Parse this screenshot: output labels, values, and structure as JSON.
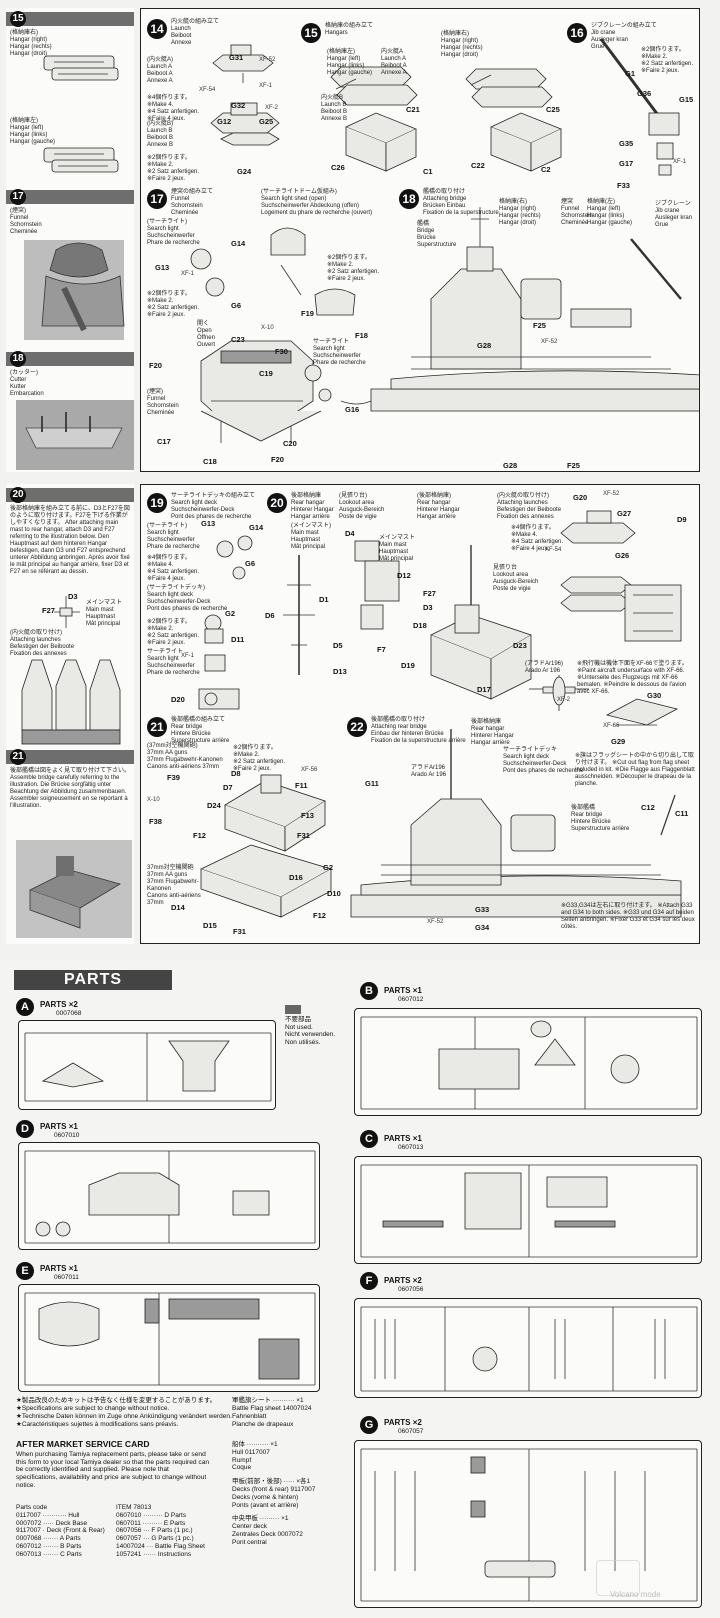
{
  "page1": {
    "step15_side": {
      "num": "15",
      "lines": [
        "(格納庫右)",
        "Hangar (right)",
        "Hangar (rechts)",
        "Hangar (droit)"
      ],
      "lines2": [
        "(格納庫左)",
        "Hangar (left)",
        "Hangar (links)",
        "Hangar (gauche)"
      ]
    },
    "step17_side": {
      "num": "17",
      "lines": [
        "(煙突)",
        "Funnel",
        "Schornstein",
        "Cheminée"
      ]
    },
    "step18_side": {
      "num": "18",
      "lines": [
        "(カッター)",
        "Cutter",
        "Kutter",
        "Embarcation"
      ]
    },
    "step14": {
      "num": "14",
      "title": "内火艇の組み立て\nLaunch\nBeiboot\nAnnexe",
      "launchA": "(内火艇A)\nLaunch A\nBeiboot A\nAnnexe A",
      "launchB": "(内火艇B)\nLaunch B\nBeiboot B\nAnnexe B",
      "make2": "※2個作ります。\n※Make 2.\n※2 Satz anfertigen.\n※Faire 2 jeux.",
      "make4": "※4個作ります。\n※Make 4.\n※4 Satz anfertigen.\n※Faire 4 jeux.",
      "parts": [
        "G31",
        "G32",
        "G12",
        "G25",
        "G24",
        "XF-52",
        "XF-1",
        "XF-54",
        "XF-2"
      ]
    },
    "step15": {
      "num": "15",
      "title": "格納庫の組み立て\nHangars",
      "left": "(格納庫左)\nHangar (left)\nHangar (links)\nHangar (gauche)",
      "right": "(格納庫右)\nHangar (right)\nHangar (rechts)\nHangar (droit)",
      "launch": "内火艇A\nLaunch A\nBeiboot A\nAnnexe A",
      "launchB": "内火艇B\nLaunch B\nBeiboot B\nAnnexe B",
      "parts": [
        "C21",
        "C26",
        "C1",
        "C25",
        "C22",
        "C2"
      ]
    },
    "step16": {
      "num": "16",
      "title": "ジブクレーンの組み立て\nJib crane\nAusleger kran\nGrue",
      "make2": "※2個作ります。\n※Make 2.\n※2 Satz anfertigen.\n※Faire 2 jeux.",
      "parts": [
        "G1",
        "G36",
        "G15",
        "G35",
        "G17",
        "F33",
        "XF-1"
      ]
    },
    "step17": {
      "num": "17",
      "title": "煙突の組み立て\nFunnel\nSchornstein\nCheminée",
      "shed": "(サーチライトドーム仮組み)\nSearch light shed (open)\nSuchscheinwerfer Abdeckung (offen)\nLogement du phare de recherche (ouvert)",
      "searchlight": "(サーチライト)\nSearch light\nSuchscheinwerfer\nPhare de recherche",
      "make2": "※2個作ります。\n※Make 2.\n※2 Satz anfertigen.\n※Faire 2 jeux.",
      "open": "開く\nOpen\nÖffnen\nOuvert",
      "searchlight2": "サーチライト\nSearch light\nSuchscheinwerfer\nPhare de recherche",
      "funnel": "(煙突)\nFunnel\nSchornstein\nCheminée",
      "parts": [
        "G14",
        "G13",
        "G6",
        "F19",
        "F18",
        "C23",
        "F30",
        "C19",
        "F20",
        "G16",
        "C17",
        "C18",
        "C20",
        "XF-1",
        "X-10"
      ]
    },
    "step18": {
      "num": "18",
      "title": "艦橋の取り付け\nAttaching bridge\nBrücken Einbau\nFixation de la superstructure",
      "bridge": "艦橋\nBridge\nBrücke\nSuperstructure",
      "crane": "格納庫(右)\nHangar (right)\nHangar (rechts)\nHangar (droit)",
      "funnel": "煙突\nFunnel\nSchornstein\nCheminée",
      "hangarl": "格納庫(左)\nHangar (left)\nHangar (links)\nHangar (gauche)",
      "jib": "ジブクレーン\nJib crane\nAusleger kran\nGrue",
      "parts": [
        "F25",
        "G28",
        "G28",
        "F25",
        "XF-52"
      ]
    }
  },
  "page2": {
    "step20_side": {
      "num": "20",
      "text": "後部格納庫を組み立てる前に、D3とF27を図のように取り付けます。F27を下げる作業がしやすくなります。\nAfter attaching main mast to rear hangar, attach D3 and F27 referring to the illustration below.\nDen Hauptmast auf dem hinteren Hangar befestigen, dann D3 und F27 entsprechend unterer Abbildung anbringen.\nAprès avoir fixé le mât principal au hangar arrière, fixer D3 et F27 en se référant au dessin.",
      "mast": "メインマスト\nMain mast\nHauptmast\nMât principal",
      "launches": "(内火艇の取り付け)\nAttaching launches\nBefestigen der Beiboote\nFixation des annexes",
      "parts": [
        "D3",
        "F27"
      ]
    },
    "step21_side": {
      "num": "21",
      "text": "後部艦橋は図をよく見て取り付けて下さい。\nAssemble bridge carefully referring to the illustration.\nDie Brücke sorgfältig unter Beachtung der Abbildung zusammenbauen.\nAssembler soigneusement en se reportant à l'illustration."
    },
    "step19": {
      "num": "19",
      "title": "サーチライトデッキの組み立て\nSearch light deck\nSuchscheinwerfer-Deck\nPont des phares de recherche",
      "sl": "(サーチライト)\nSearch light\nSuchscheinwerfer\nPhare de recherche",
      "make4": "※4個作ります。\n※Make 4.\n※4 Satz anfertigen.\n※Faire 4 jeux.",
      "deck": "(サーチライトデッキ)\nSearch light deck\nSuchscheinwerfer-Deck\nPont des phares de recherche",
      "make2": "※2個作ります。\n※Make 2.\n※2 Satz anfertigen.\n※Faire 2 jeux.",
      "sl2": "サーチライト\nSearch light\nSuchscheinwerfer\nPhare de recherche",
      "parts": [
        "G13",
        "G14",
        "G6",
        "G2",
        "D11",
        "D20",
        "XF-1"
      ]
    },
    "step20": {
      "num": "20",
      "title": "後部格納庫\nRear hangar\nHinterer Hangar\nHangar arrière",
      "mast": "(メインマスト)\nMain mast\nHauptmast\nMât principal",
      "lookout": "(見張り台)\nLookout area\nAusguck-Bereich\nPoste de vigie",
      "rear": "(後部格納庫)\nRear hangar\nHinterer Hangar\nHangar arrière",
      "mainmast": "メインマスト\nMain mast\nHauptmast\nMât principal",
      "lookout2": "見張り台\nLookout area\nAusguck-Bereich\nPoste de vigie",
      "parts": [
        "D4",
        "D12",
        "D1",
        "D6",
        "D5",
        "D13",
        "F7",
        "F27",
        "D3",
        "D18",
        "D19",
        "D23",
        "D17"
      ]
    },
    "step20b": {
      "title": "(内火艇の取り付け)\nAttaching launches\nBefestigen der Beiboote\nFixation des annexes",
      "make4": "※4個作ります。\n※Make 4.\n※4 Satz anfertigen.\n※Faire 4 jeux.",
      "arado": "(アラドAr196)\nArado Ar 196",
      "aradonote": "※飛行機は機体下面をXF-66で塗ります。\n※Paint aircraft undersurface with XF-66.\n※Unterseite des Flugzeugs mit XF-66 bemalen.\n※Peindre le dessous de l'avion avec XF-66.",
      "parts": [
        "G20",
        "G27",
        "G26",
        "D9",
        "G30",
        "G29",
        "XF-52",
        "XF-54",
        "XF-2",
        "XF-66"
      ]
    },
    "step21": {
      "num": "21",
      "title": "後部艦橋の組み立て\nRear bridge\nHintere Brücke\nSuperstructure arrière",
      "aa": "(37mm対空機関砲)\n37mm AA guns\n37mm Flugabwehr-Kanonen\nCanons anti-aériens 37mm",
      "make2": "※2個作ります。\n※Make 2.\n※2 Satz anfertigen.\n※Faire 2 jeux.",
      "aa2": "37mm対空機関砲\n37mm AA guns\n37mm Flugabwehr-\nKanonen\nCanons anti-aériens\n37mm",
      "parts": [
        "F39",
        "D8",
        "D7",
        "F11",
        "D24",
        "F13",
        "F12",
        "F31",
        "G2",
        "D16",
        "D10",
        "F12",
        "D14",
        "D15",
        "F31",
        "F38",
        "X-10",
        "XF-56"
      ]
    },
    "step22": {
      "num": "22",
      "title": "後部艦橋の取り付け\nAttaching rear bridge\nEinbau der hinteren Brücke\nFixation de la superstructure arrière",
      "rear": "後部格納庫\nRear hangar\nHinterer Hangar\nHangar arrière",
      "deck": "サーチライトデッキ\nSearch light deck\nSuchscheinwerfer-Deck\nPont des phares de recherche",
      "arado": "アラドAr196\nArado Ar 196",
      "bridge": "後部艦橋\nRear bridge\nHintere Brücke\nSuperstructure arrière",
      "flag": "※旗はフラッグシートの中から切り出して取り付けます。\n※Cut out flag from flag sheet included in kit.\n※Die Flagge aus Flaggenblatt ausschneiden.\n※Découper le drapeau de la planche.",
      "attach": "※G33,G34は左右に取り付けます。\n※Attach G33 and G34 to both sides.\n※G33 und G34 auf beiden Seiten anbringen.\n※Fixer G33 et G34 sur les deux côtés.",
      "parts": [
        "G11",
        "C12",
        "C11",
        "G33",
        "G34",
        "XF-52"
      ]
    }
  },
  "parts": {
    "banner": "PARTS",
    "notused": "不要部品\nNot used.\nNicht verwenden.\nNon utilisés.",
    "trees": [
      {
        "letter": "A",
        "caption": "PARTS ×2",
        "code": "0007068"
      },
      {
        "letter": "B",
        "caption": "PARTS ×1",
        "code": "0607012"
      },
      {
        "letter": "D",
        "caption": "PARTS ×1",
        "code": "0607010"
      },
      {
        "letter": "C",
        "caption": "PARTS ×1",
        "code": "0607013"
      },
      {
        "letter": "E",
        "caption": "PARTS ×1",
        "code": "0607011"
      },
      {
        "letter": "F",
        "caption": "PARTS ×2",
        "code": "0607056"
      },
      {
        "letter": "G",
        "caption": "PARTS ×2",
        "code": "0607057"
      }
    ],
    "notes": [
      "★製品改良のためキットは予告なく仕様を変更することがあります。",
      "★Specifications are subject to change without notice.",
      "★Technische Daten können im Zuge ohne Ankündigung verändert werden.",
      "★Caractéristiques sujettes à modifications sans préavis."
    ],
    "flag": [
      "軍艦旗シート ·········· ×1",
      "Battle Flag sheet    14007024",
      "Fahnenblatt",
      "Planche de drapeaux"
    ],
    "service_title": "AFTER MARKET SERVICE CARD",
    "service_body": "When purchasing Tamiya replacement parts, please take or send this form to your local Tamiya dealer so that the parts required can be correctly identified and supplied. Please note that specifications, availability and price are subject to change without notice.",
    "service_head": [
      "Parts code",
      "ITEM 78013"
    ],
    "codes": [
      [
        "0117007 ··········· Hull",
        "0607010 ········· D Parts"
      ],
      [
        "0007072 ····· Deck Base",
        "0607011 ········· E Parts"
      ],
      [
        "9117007 · Deck (Front & Rear)",
        "0607056 ··· F Parts (1 pc.)"
      ],
      [
        "0007068 ······· A Parts",
        "0607057 ··· G Parts (1 pc.)"
      ],
      [
        "0607012 ······· B Parts",
        "14007024 ··· Battle Flag Sheet"
      ],
      [
        "0607013 ······· C Parts",
        "1057241 ······ Instructions"
      ]
    ],
    "extras": [
      [
        "船体 ·········· ×1",
        "Hull              0117007",
        "Rumpf",
        "Coque"
      ],
      [
        "甲板(前部・後部) ····· ×各1",
        "Decks (front & rear) 9117007",
        "Decks (vorne & hinten)",
        "Ponts (avant et arrière)"
      ],
      [
        "中央甲板 ········· ×1",
        "Center deck",
        "Zentrales Deck       0007072",
        "Pont central"
      ]
    ],
    "watermark": "Volcano mode"
  }
}
